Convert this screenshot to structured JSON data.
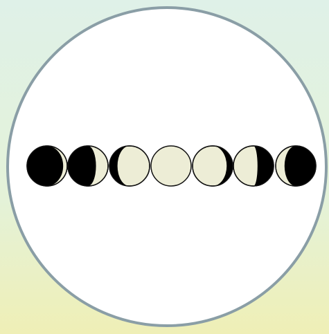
{
  "colors": {
    "background_top_left": "#dff1e8",
    "background_top_right": "#e4f2d8",
    "background_bottom": "#efefb6",
    "disc_fill": "#ffffff",
    "disc_border": "#8a9ea6",
    "moon_lit": "#ededd6",
    "moon_dark": "#000000",
    "moon_outline": "#111111"
  },
  "moon_phases": [
    {
      "illumination_side": "right",
      "illuminated_fraction": 0.1,
      "icon": "waxing-crescent-icon"
    },
    {
      "illumination_side": "right",
      "illuminated_fraction": 0.3,
      "icon": "waxing-crescent-icon"
    },
    {
      "illumination_side": "right",
      "illuminated_fraction": 0.8,
      "icon": "waxing-gibbous-icon"
    },
    {
      "illumination_side": "both",
      "illuminated_fraction": 1.0,
      "icon": "full-moon-icon"
    },
    {
      "illumination_side": "left",
      "illuminated_fraction": 0.85,
      "icon": "waning-gibbous-icon"
    },
    {
      "illumination_side": "left",
      "illuminated_fraction": 0.6,
      "icon": "waning-gibbous-icon"
    },
    {
      "illumination_side": "left",
      "illuminated_fraction": 0.22,
      "icon": "waning-crescent-icon"
    }
  ]
}
